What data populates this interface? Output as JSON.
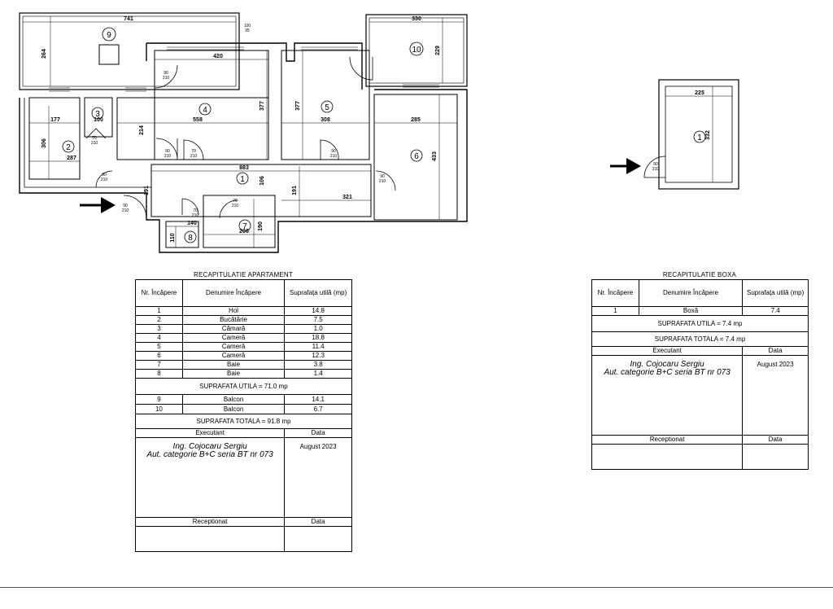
{
  "plan": {
    "rooms": {
      "r1": "1",
      "r2": "2",
      "r3": "3",
      "r4": "4",
      "r5": "5",
      "r6": "6",
      "r7": "7",
      "r8": "8",
      "r9": "9",
      "r10": "10",
      "box1": "1"
    },
    "dims": {
      "d741": "741",
      "d330": "330",
      "d420": "420",
      "d264": "264",
      "d229": "229",
      "d177": "177",
      "d100": "100",
      "d558": "558",
      "d308": "308",
      "d285": "285",
      "d306": "306",
      "d287": "287",
      "d214": "214",
      "d377a": "377",
      "d377b": "377",
      "d433": "433",
      "d883": "883",
      "d106": "106",
      "d191a": "191",
      "d191b": "191",
      "d321": "321",
      "d140": "140",
      "d206": "206",
      "d190": "190",
      "d110": "110",
      "d225": "225",
      "d332": "332"
    },
    "window_top": "100",
    "window_bottom": "95",
    "door_top": "90",
    "door_bottom": "210",
    "door70_top": "70"
  },
  "apartment": {
    "title": "RECAPITULATIE APARTAMENT",
    "headers": [
      "Nr. Încăpere",
      "Denumire Încăpere",
      "Suprafața utilă (mp)"
    ],
    "rooms": [
      {
        "nr": "1",
        "name": "Hol",
        "area": "14.8"
      },
      {
        "nr": "2",
        "name": "Bucătărie",
        "area": "7.5"
      },
      {
        "nr": "3",
        "name": "Cămară",
        "area": "1.0"
      },
      {
        "nr": "4",
        "name": "Cameră",
        "area": "18.8"
      },
      {
        "nr": "5",
        "name": "Cameră",
        "area": "11.4"
      },
      {
        "nr": "6",
        "name": "Cameră",
        "area": "12.3"
      },
      {
        "nr": "7",
        "name": "Baie",
        "area": "3.8"
      },
      {
        "nr": "8",
        "name": "Baie",
        "area": "1.4"
      }
    ],
    "usable_total": "SUPRAFATA UTILA = 71.0 mp",
    "balconies": [
      {
        "nr": "9",
        "name": "Balcon",
        "area": "14.1"
      },
      {
        "nr": "10",
        "name": "Balcon",
        "area": "6.7"
      }
    ],
    "grand_total": "SUPRAFATA TOTALA = 91.8 mp",
    "executant_label": "Executant",
    "data_label": "Data",
    "engineer_name": "Ing.  Cojocaru Sergiu",
    "engineer_auth": "Aut. categorie B+C seria BT nr 073",
    "date": "August 2023",
    "receptionat_label": "Receptionat",
    "data_label2": "Data"
  },
  "box": {
    "title": "RECAPITULATIE BOXA",
    "headers": [
      "Nr. Încăpere",
      "Denumire Încăpere",
      "Suprafața utilă (mp)"
    ],
    "rooms": [
      {
        "nr": "1",
        "name": "Boxă",
        "area": "7.4"
      }
    ],
    "usable_total": "SUPRAFATA UTILA = 7.4 mp",
    "grand_total": "SUPRAFATA TOTALA = 7.4 mp",
    "executant_label": "Executant",
    "data_label": "Data",
    "engineer_name": "Ing.  Cojocaru Sergiu",
    "engineer_auth": "Aut. categorie B+C seria BT nr 073",
    "date": "August 2023",
    "receptionat_label": "Receptionat",
    "data_label2": "Data"
  }
}
